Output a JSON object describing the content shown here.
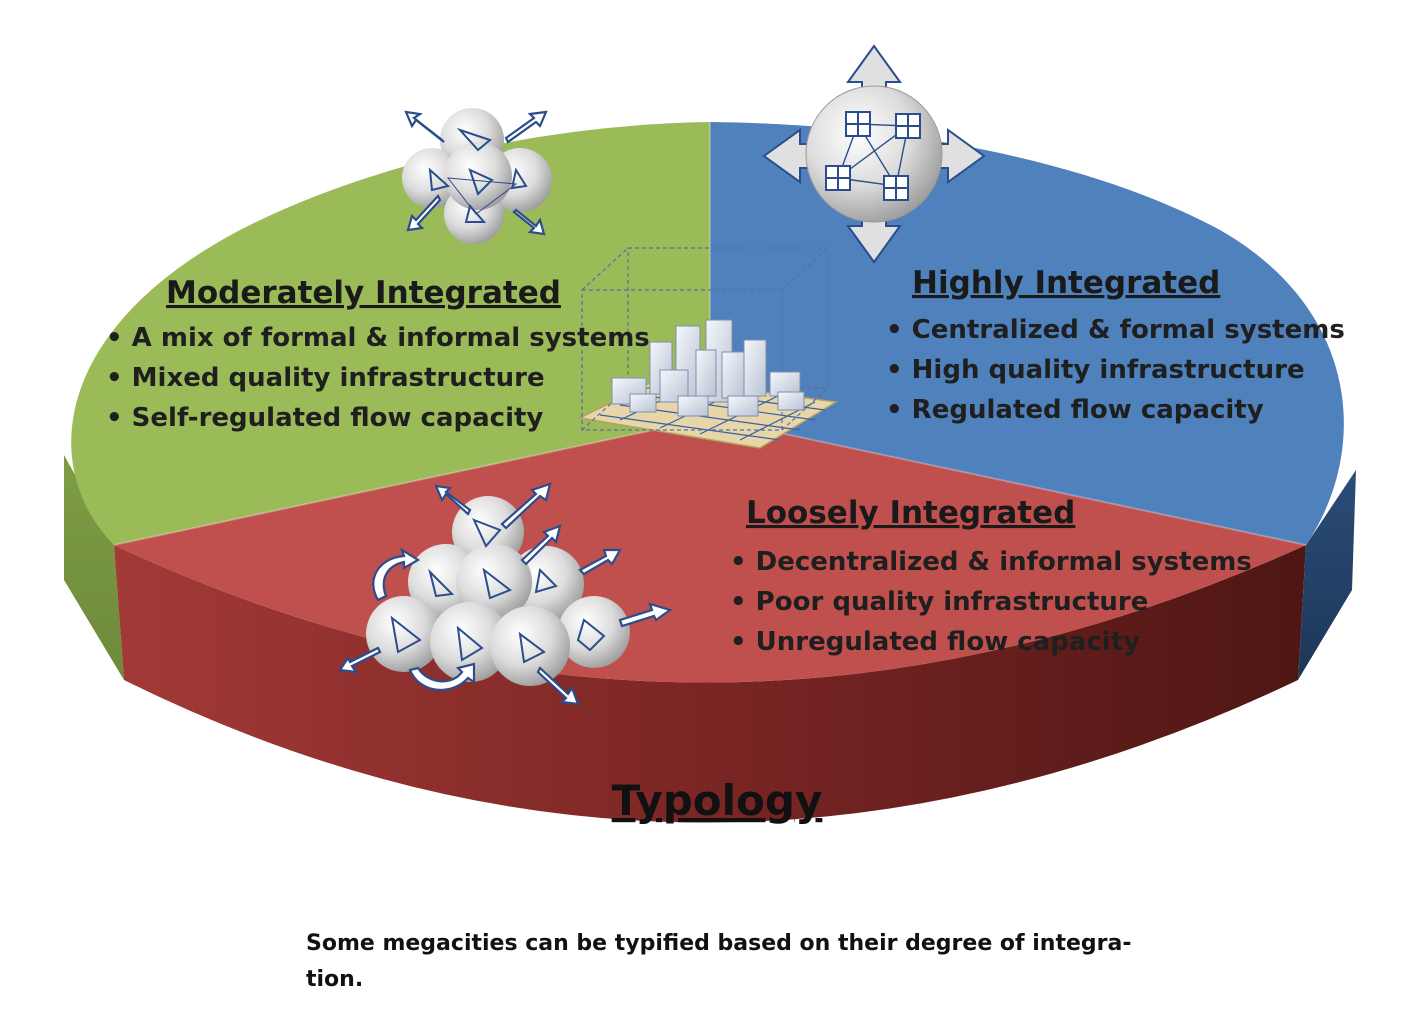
{
  "diagram": {
    "center_label": "Typology",
    "segments": [
      {
        "id": "moderately",
        "title": "Moderately Integrated",
        "color": "#9bbb59",
        "bullets": [
          "A mix of formal & informal systems",
          "Mixed quality infrastructure",
          "Self-regulated flow capacity"
        ]
      },
      {
        "id": "highly",
        "title": "Highly Integrated",
        "color": "#4f81bd",
        "bullets": [
          "Centralized & formal systems",
          "High quality infrastructure",
          "Regulated flow capacity"
        ]
      },
      {
        "id": "loosely",
        "title": "Loosely Integrated",
        "color": "#c0504d",
        "bullets": [
          "Decentralized & informal systems",
          "Poor quality infrastructure",
          "Unregulated flow capacity"
        ]
      }
    ]
  },
  "caption": "Some megacities can be typified based on their degree of integra-tion."
}
